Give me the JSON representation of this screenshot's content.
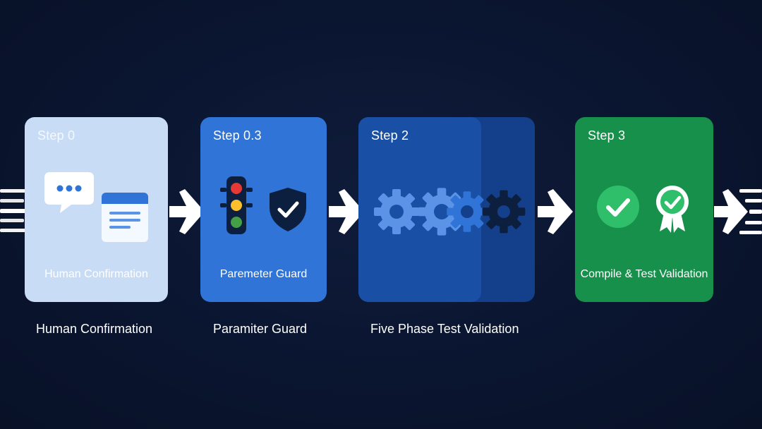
{
  "steps": [
    {
      "step_label": "Step 0",
      "card_text": "Human Confirmation",
      "caption": "Human Confirmation"
    },
    {
      "step_label": "Step 0.3",
      "card_text": "Paremeter Guard",
      "caption": "Paramiter Guard"
    },
    {
      "step_label": "Step 2",
      "card_text": "",
      "caption": "Five Phase Test Validation"
    },
    {
      "step_label": "Step 3",
      "card_text": "Compile & Test Validation",
      "caption": ""
    }
  ],
  "icons": [
    "chat-bubble-icon",
    "document-window-icon",
    "traffic-light-icon",
    "shield-check-icon",
    "gears-icon",
    "check-circle-icon",
    "award-badge-icon",
    "arrow-right-icon"
  ],
  "colors": {
    "background": "#0a1530",
    "step0": "#c9dcf6",
    "step03": "#2f74d6",
    "step2": "#1a4fa6",
    "step3": "#17904c",
    "arrow": "#ffffff"
  }
}
